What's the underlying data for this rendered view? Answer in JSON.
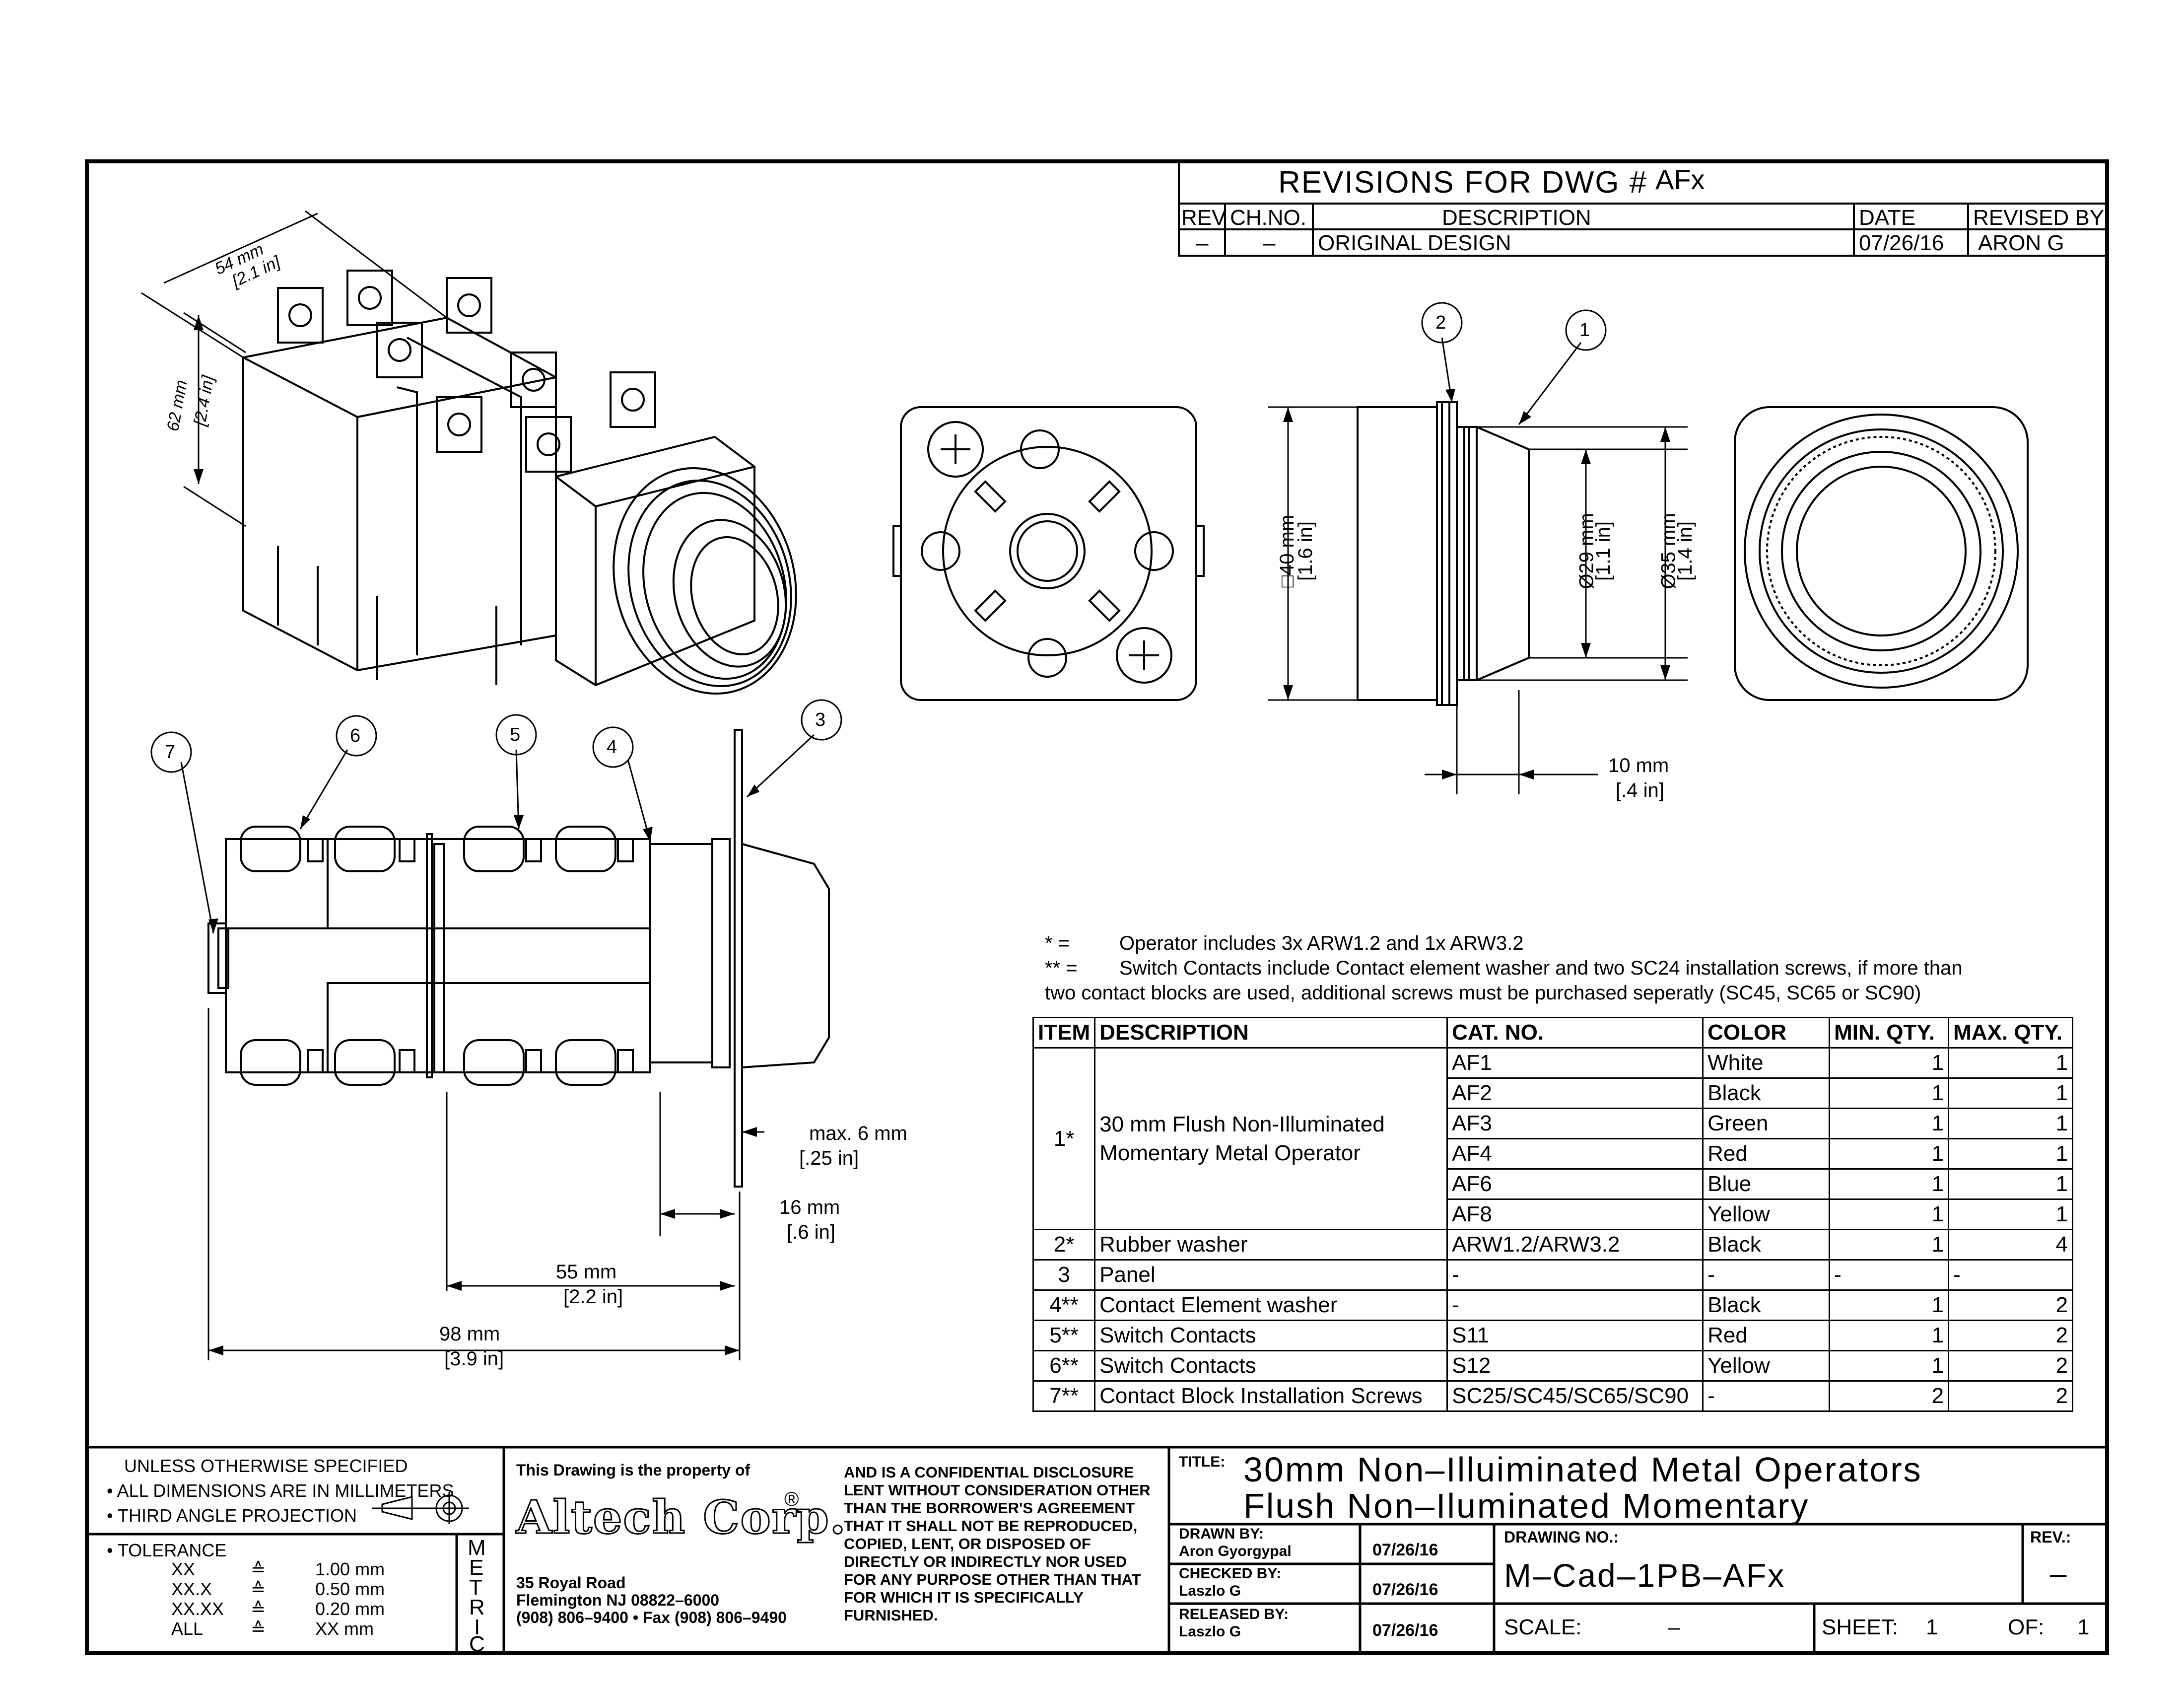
{
  "revisions": {
    "title": "REVISIONS FOR DWG #",
    "dwg": "AFx",
    "headers": {
      "rev": "REV",
      "ch": "CH.NO.",
      "desc": "DESCRIPTION",
      "date": "DATE",
      "by": "REVISED BY"
    },
    "row": {
      "rev": "–",
      "ch": "–",
      "desc": "ORIGINAL DESIGN",
      "date": "07/26/16",
      "by": "ARON G"
    }
  },
  "iso_dims": {
    "width_mm": "54 mm",
    "width_in": "[2.1 in]",
    "height_mm": "62 mm",
    "height_in": "[2.4 in]"
  },
  "front_dims": {
    "square_mm": "□40 mm",
    "square_in": "[1.6 in]",
    "d29_mm": "Ø29 mm",
    "d29_in": "[1.1 in]",
    "d35_mm": "Ø35 mm",
    "d35_in": "[1.4 in]",
    "ten_mm": "10 mm",
    "ten_in": "[.4 in]"
  },
  "side_dims": {
    "max6_mm": "max. 6 mm",
    "max6_in": "[.25 in]",
    "d16_mm": "16 mm",
    "d16_in": "[.6 in]",
    "d55_mm": "55 mm",
    "d55_in": "[2.2 in]",
    "d98_mm": "98 mm",
    "d98_in": "[3.9 in]"
  },
  "balloons": [
    "1",
    "2",
    "3",
    "4",
    "5",
    "6",
    "7"
  ],
  "notes": {
    "star_mark": "* =",
    "star_text": "Operator includes 3x ARW1.2 and 1x ARW3.2",
    "dstar_mark": "** =",
    "dstar_text": "Switch Contacts include Contact element washer and two SC24 installation screws, if more than",
    "dstar_text2": "two contact blocks are used, additional screws must be purchased seperatly (SC45, SC65 or SC90)"
  },
  "bom": {
    "headers": [
      "ITEM",
      "DESCRIPTION",
      "CAT. NO.",
      "COLOR",
      "MIN. QTY.",
      "MAX. QTY."
    ],
    "item1": {
      "item": "1*",
      "desc_line1": "30 mm Flush Non-Illuminated",
      "desc_line2": "Momentary Metal Operator"
    },
    "item1_rows": [
      {
        "cat": "AF1",
        "color": "White",
        "min": "1",
        "max": "1"
      },
      {
        "cat": "AF2",
        "color": "Black",
        "min": "1",
        "max": "1"
      },
      {
        "cat": "AF3",
        "color": "Green",
        "min": "1",
        "max": "1"
      },
      {
        "cat": "AF4",
        "color": "Red",
        "min": "1",
        "max": "1"
      },
      {
        "cat": "AF6",
        "color": "Blue",
        "min": "1",
        "max": "1"
      },
      {
        "cat": "AF8",
        "color": "Yellow",
        "min": "1",
        "max": "1"
      }
    ],
    "rows": [
      {
        "item": "2*",
        "desc": "Rubber washer",
        "cat": "ARW1.2/ARW3.2",
        "color": "Black",
        "min": "1",
        "max": "4"
      },
      {
        "item": "3",
        "desc": "Panel",
        "cat": "-",
        "color": "-",
        "min": "-",
        "max": "-"
      },
      {
        "item": "4**",
        "desc": "Contact Element washer",
        "cat": "-",
        "color": "Black",
        "min": "1",
        "max": "2"
      },
      {
        "item": "5**",
        "desc": "Switch Contacts",
        "cat": "S11",
        "color": "Red",
        "min": "1",
        "max": "2"
      },
      {
        "item": "6**",
        "desc": "Switch Contacts",
        "cat": "S12",
        "color": "Yellow",
        "min": "1",
        "max": "2"
      },
      {
        "item": "7**",
        "desc": "Contact Block Installation Screws",
        "cat": "SC25/SC45/SC65/SC90",
        "color": "-",
        "min": "2",
        "max": "2"
      }
    ]
  },
  "title_block": {
    "unless": "UNLESS OTHERWISE SPECIFIED",
    "all_dims": "• ALL DIMENSIONS ARE IN MILLIMETERS",
    "third_angle": "• THIRD ANGLE PROJECTION",
    "tolerance": "• TOLERANCE",
    "tol_rows": [
      {
        "k": "XX",
        "v": "1.00 mm"
      },
      {
        "k": "XX.X",
        "v": "0.50 mm"
      },
      {
        "k": "XX.XX",
        "v": "0.20 mm"
      },
      {
        "k": "ALL",
        "v": "XX mm"
      }
    ],
    "tol_sym": "≙",
    "metric_letters": [
      "M",
      "E",
      "T",
      "R",
      "I",
      "C"
    ],
    "property": "This Drawing is the property of",
    "company": "Altech Corp.",
    "reg": "®",
    "address1": "35 Royal Road",
    "address2": "Flemington NJ 08822–6000",
    "address3": "(908) 806–9400 • Fax (908) 806–9490",
    "conf": [
      "AND IS A CONFIDENTIAL DISCLOSURE",
      "LENT WITHOUT CONSIDERATION OTHER",
      "THAN THE BORROWER'S AGREEMENT",
      "THAT IT SHALL NOT BE REPRODUCED,",
      "COPIED, LENT, OR DISPOSED OF",
      "DIRECTLY OR INDIRECTLY NOR USED",
      "FOR ANY PURPOSE OTHER THAN THAT",
      "FOR WHICH IT IS SPECIFICALLY",
      "FURNISHED."
    ],
    "title_label": "TITLE:",
    "title1": "30mm Non–Illuiminated Metal Operators",
    "title2": "Flush Non–Iluminated Momentary",
    "drawn_by_label": "DRAWN BY:",
    "drawn_by": "Aron Gyorgypal",
    "drawn_date": "07/26/16",
    "checked_by_label": "CHECKED BY:",
    "checked_by": "Laszlo G",
    "checked_date": "07/26/16",
    "released_by_label": "RELEASED BY:",
    "released_by": "Laszlo G",
    "released_date": "07/26/16",
    "drawing_no_label": "DRAWING NO.:",
    "drawing_no": "M–Cad–1PB–AFx",
    "rev_label": "REV.:",
    "rev": "–",
    "scale_label": "SCALE:",
    "scale": "–",
    "sheet_label": "SHEET:",
    "sheet": "1",
    "of_label": "OF:",
    "of": "1"
  }
}
